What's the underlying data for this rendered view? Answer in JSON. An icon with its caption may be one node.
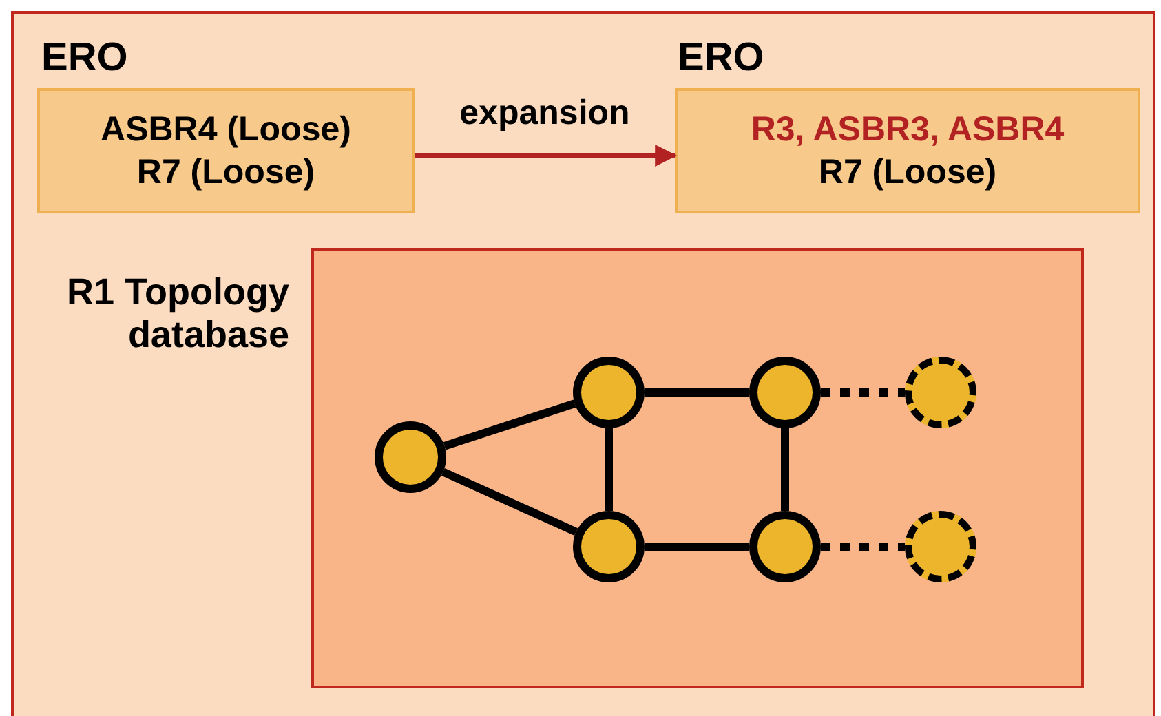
{
  "diagram": {
    "nodes": [
      {
        "text": [
          "ERO",
          "ASBR4 (Loose) R7 (Loose)"
        ]
      },
      {
        "text": [
          "ERO",
          "R3, ASBR3, ASBR4",
          "R7 (Loose)"
        ]
      },
      {
        "text": [
          "R1 Topology database"
        ]
      },
      {
        "text": [],
        "shape": "circle",
        "in": 2
      },
      {
        "text": [],
        "shape": "circle",
        "in": 2
      },
      {
        "text": [],
        "shape": "circle",
        "in": 2
      },
      {
        "text": [],
        "shape": "circle",
        "in": 2
      },
      {
        "text": [],
        "shape": "circle",
        "in": 2
      },
      {
        "text": [],
        "shape": "circle",
        "in": 2
      },
      {
        "text": [],
        "shape": "circle",
        "in": 2
      }
    ],
    "edges": [
      {
        "from": 0,
        "to": 1,
        "arrow": "to",
        "label": "expansion",
        "color": "#b22222"
      },
      {
        "from": 3,
        "to": 4,
        "arrow": "none"
      },
      {
        "from": 3,
        "to": 5,
        "arrow": "none"
      },
      {
        "from": 4,
        "to": 6,
        "arrow": "none"
      },
      {
        "from": 4,
        "to": 5,
        "arrow": "none"
      },
      {
        "from": 6,
        "to": 7,
        "arrow": "none"
      },
      {
        "from": 5,
        "to": 7,
        "arrow": "none"
      },
      {
        "from": 6,
        "to": 8,
        "arrow": "none",
        "style": "dashed"
      },
      {
        "from": 7,
        "to": 9,
        "arrow": "none",
        "style": "dashed"
      }
    ]
  }
}
